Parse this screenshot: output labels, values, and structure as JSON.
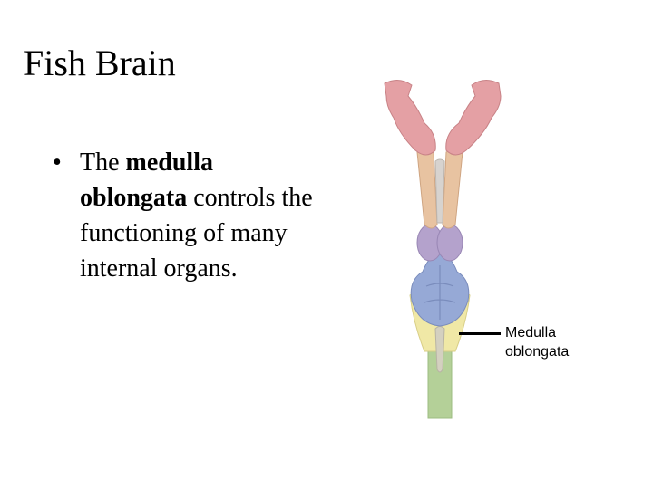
{
  "slide": {
    "title": "Fish Brain",
    "bullet": {
      "symbol": "•",
      "text_before": "The ",
      "bold": "medulla oblongata",
      "text_after": " controls the functioning of many internal organs."
    }
  },
  "diagram": {
    "label": "Medulla\noblongata",
    "colors": {
      "olfactory": "#e4a0a4",
      "cerebrum": "#e8c3a1",
      "optic_lobes": "#b4a2cc",
      "cerebellum": "#96a9d6",
      "medulla": "#f0e8a6",
      "spinal_cord": "#b4d098"
    }
  }
}
